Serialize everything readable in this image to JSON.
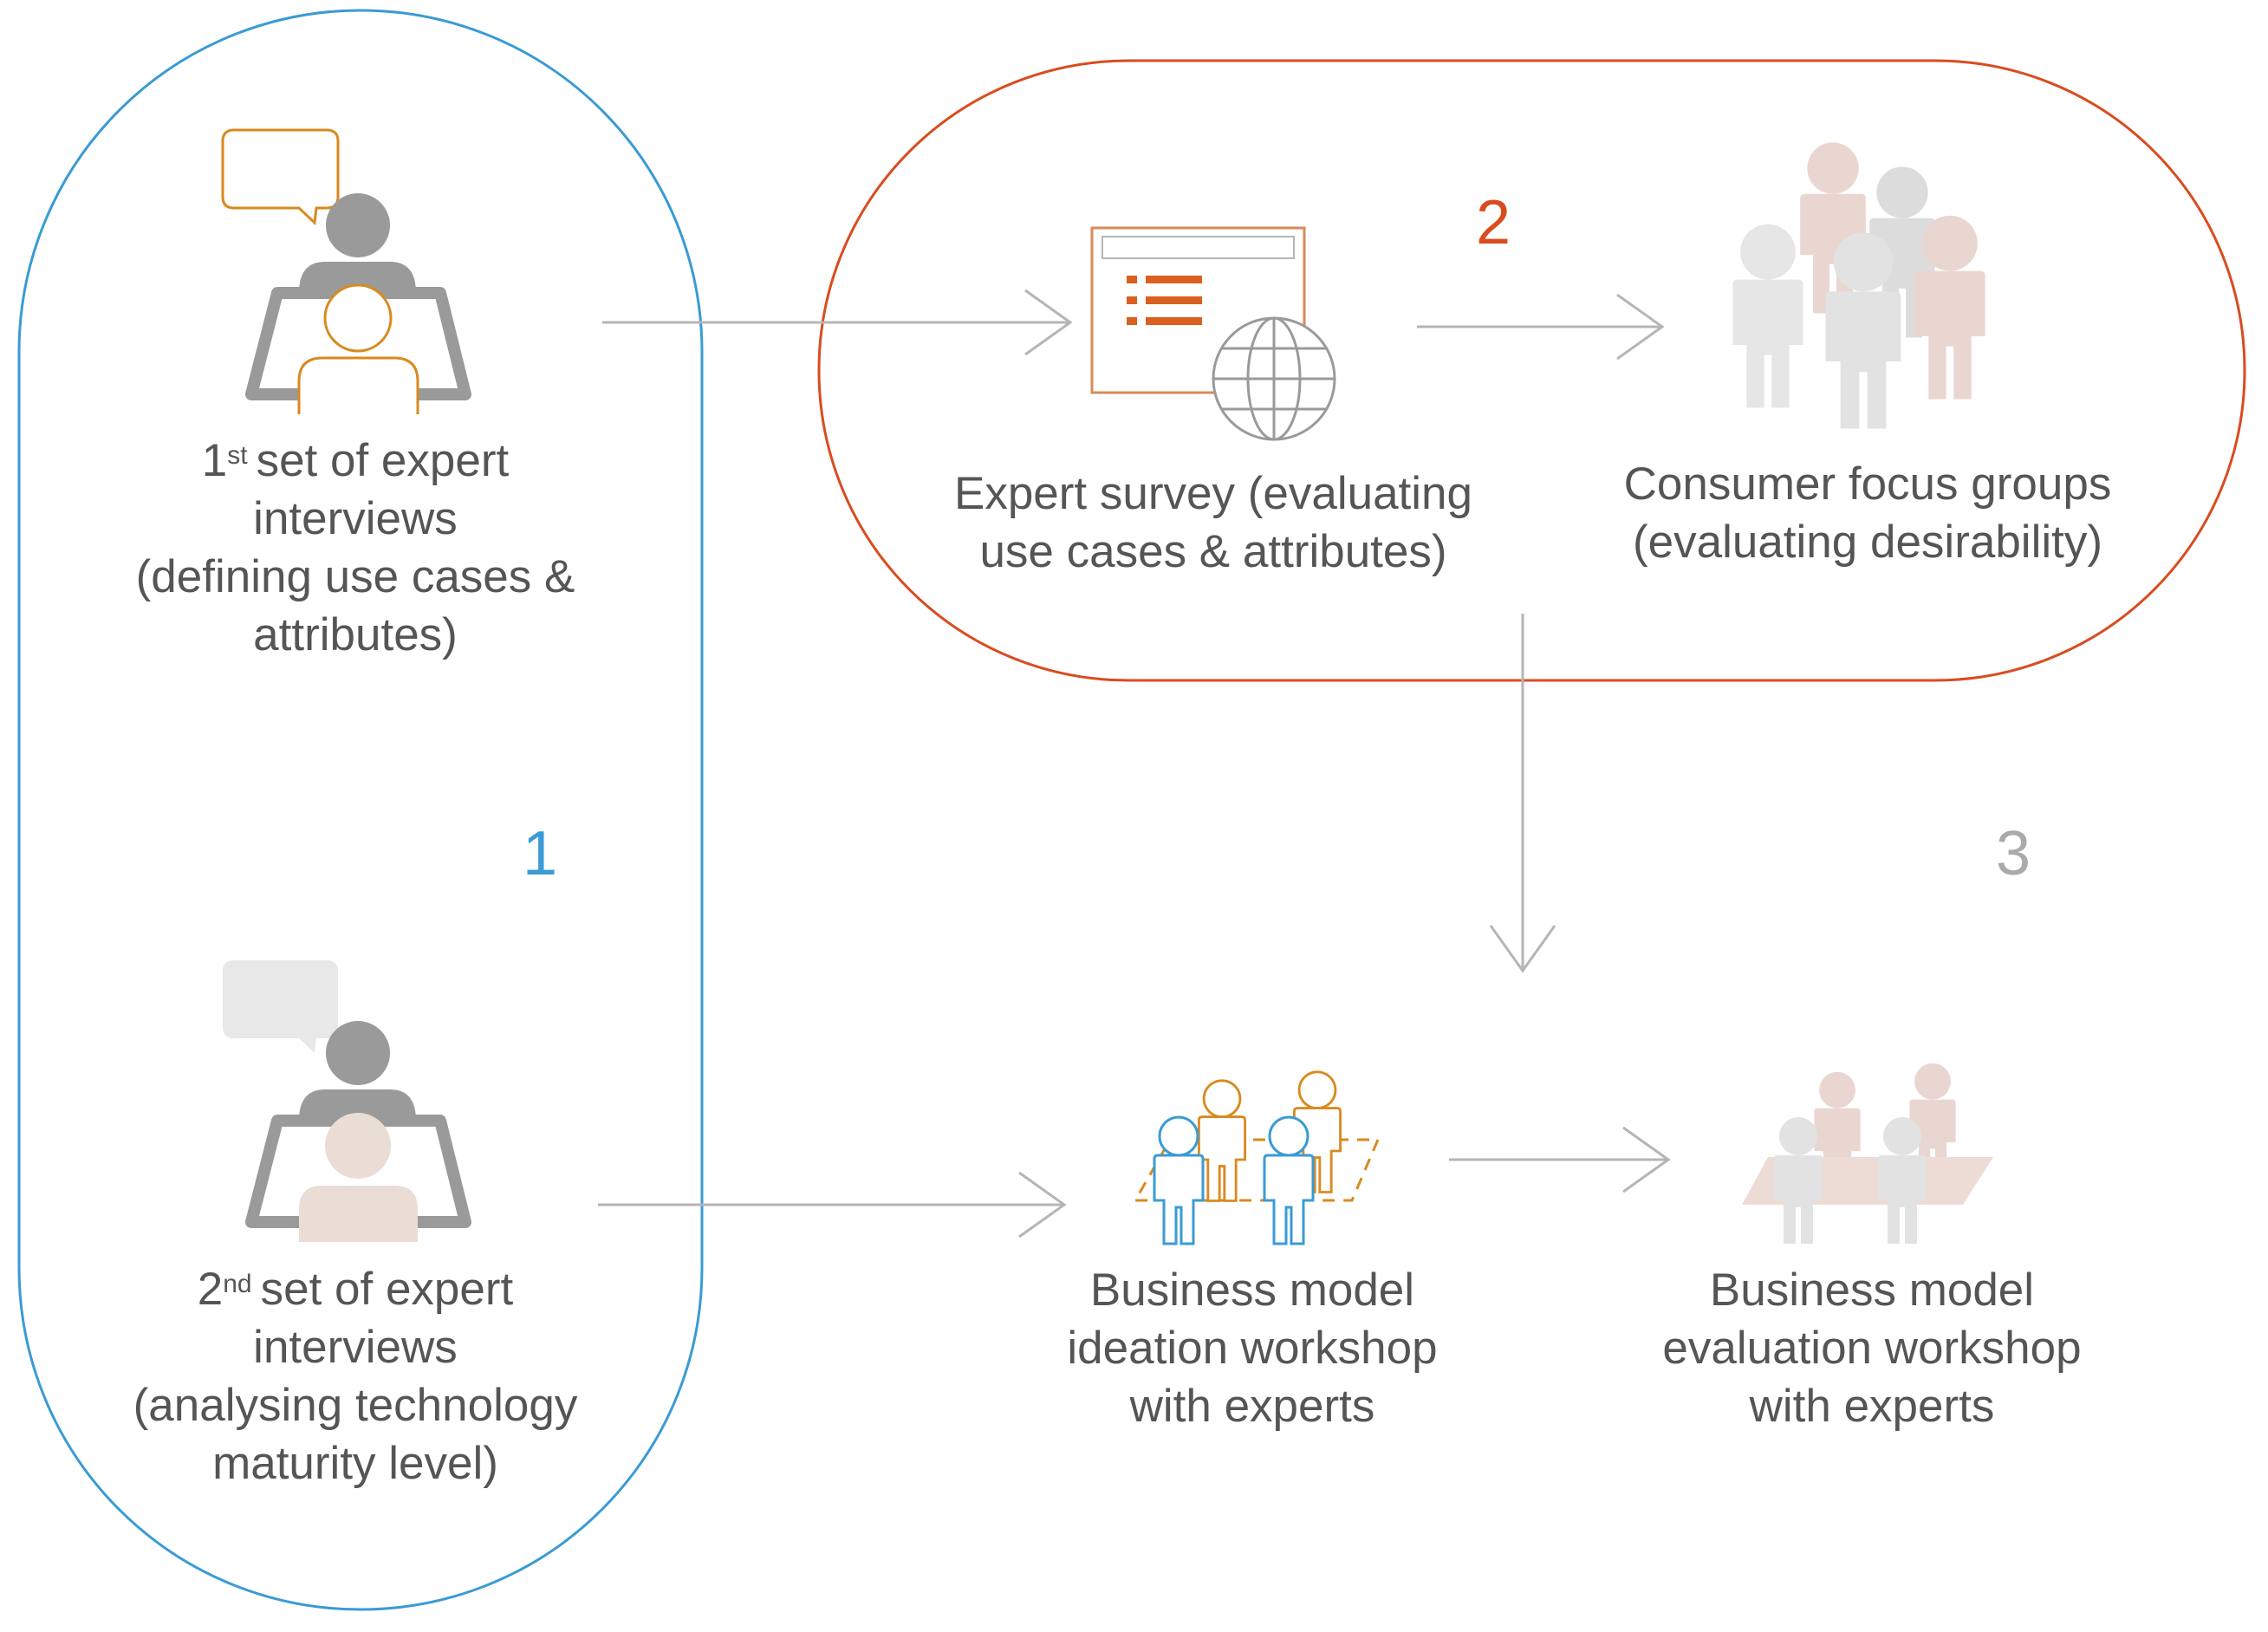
{
  "colors": {
    "phase1": "#3a9bd5",
    "phase2": "#d94c1f",
    "phase3": "#aaaaaa",
    "arrow": "#b5b5b5",
    "text": "#555555",
    "accent_orange": "#d98a1f",
    "muted_rose": "#e2c4bc",
    "gray_figure": "#9a9a9a"
  },
  "phases": {
    "one": {
      "number": "1"
    },
    "two": {
      "number": "2"
    },
    "three": {
      "number": "3"
    }
  },
  "nodes": {
    "interviews1": {
      "icon": "expert-interview-icon",
      "ordinal": "1",
      "ordinal_suffix": "st",
      "line1_rest": "set of expert",
      "line2": "interviews",
      "line3": "(defining use cases &",
      "line4": "attributes)"
    },
    "interviews2": {
      "icon": "expert-interview-icon",
      "ordinal": "2",
      "ordinal_suffix": "nd",
      "line1_rest": "set of expert",
      "line2": "interviews",
      "line3": "(analysing technology",
      "line4": "maturity level)"
    },
    "survey": {
      "icon": "web-survey-icon",
      "line1": "Expert survey (evaluating",
      "line2": "use cases & attributes)"
    },
    "focus": {
      "icon": "consumer-group-icon",
      "line1": "Consumer focus groups",
      "line2": "(evaluating desirability)"
    },
    "ideation": {
      "icon": "workshop-icon",
      "line1": "Business model",
      "line2": "ideation workshop",
      "line3": "with experts"
    },
    "evaluation": {
      "icon": "workshop-icon",
      "line1": "Business model",
      "line2": "evaluation workshop",
      "line3": "with experts"
    }
  }
}
